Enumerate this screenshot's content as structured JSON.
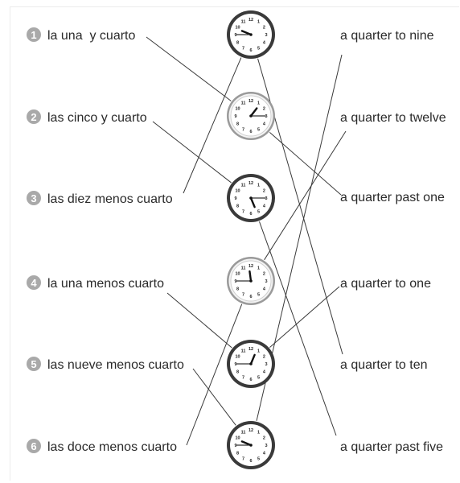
{
  "colors": {
    "badge": "#a9a9a9",
    "line": "#3a3a3a",
    "clock_dark_rim": "#3a3a3a",
    "clock_light_rim": "#9a9a9a",
    "clock_face": "#ffffff"
  },
  "spanish": [
    {
      "number": "1",
      "text": "la una  y cuarto"
    },
    {
      "number": "2",
      "text": "las cinco y cuarto"
    },
    {
      "number": "3",
      "text": "las diez menos cuarto"
    },
    {
      "number": "4",
      "text": "la una menos cuarto"
    },
    {
      "number": "5",
      "text": "las nueve menos cuarto"
    },
    {
      "number": "6",
      "text": "las doce menos cuarto"
    }
  ],
  "english": [
    {
      "text": "a quarter to nine"
    },
    {
      "text": "a quarter to twelve"
    },
    {
      "text": "a quarter past one"
    },
    {
      "text": "a quarter to one"
    },
    {
      "text": "a quarter to ten"
    },
    {
      "text": "a quarter past five"
    }
  ],
  "clocks": [
    {
      "time": "9:45",
      "hour": 9,
      "minute": 45,
      "style": "dark"
    },
    {
      "time": "1:15",
      "hour": 1,
      "minute": 15,
      "style": "light"
    },
    {
      "time": "5:15",
      "hour": 5,
      "minute": 15,
      "style": "dark"
    },
    {
      "time": "11:45",
      "hour": 11,
      "minute": 45,
      "style": "light"
    },
    {
      "time": "12:45",
      "hour": 12,
      "minute": 45,
      "style": "dark"
    },
    {
      "time": "9:45",
      "hour": 9,
      "minute": 45,
      "style": "dark"
    }
  ],
  "clock_numerals": [
    "12",
    "1",
    "2",
    "3",
    "4",
    "5",
    "6",
    "7",
    "8",
    "9",
    "10",
    "11"
  ],
  "spanish_links": [
    {
      "from": 0,
      "to": 1
    },
    {
      "from": 1,
      "to": 2
    },
    {
      "from": 2,
      "to": 0
    },
    {
      "from": 3,
      "to": 4
    },
    {
      "from": 4,
      "to": 5
    },
    {
      "from": 5,
      "to": 3
    }
  ],
  "english_links": [
    {
      "clock": 0,
      "to": 4
    },
    {
      "clock": 1,
      "to": 2
    },
    {
      "clock": 2,
      "to": 5
    },
    {
      "clock": 3,
      "to": 1
    },
    {
      "clock": 4,
      "to": 3
    },
    {
      "clock": 5,
      "to": 0
    }
  ]
}
